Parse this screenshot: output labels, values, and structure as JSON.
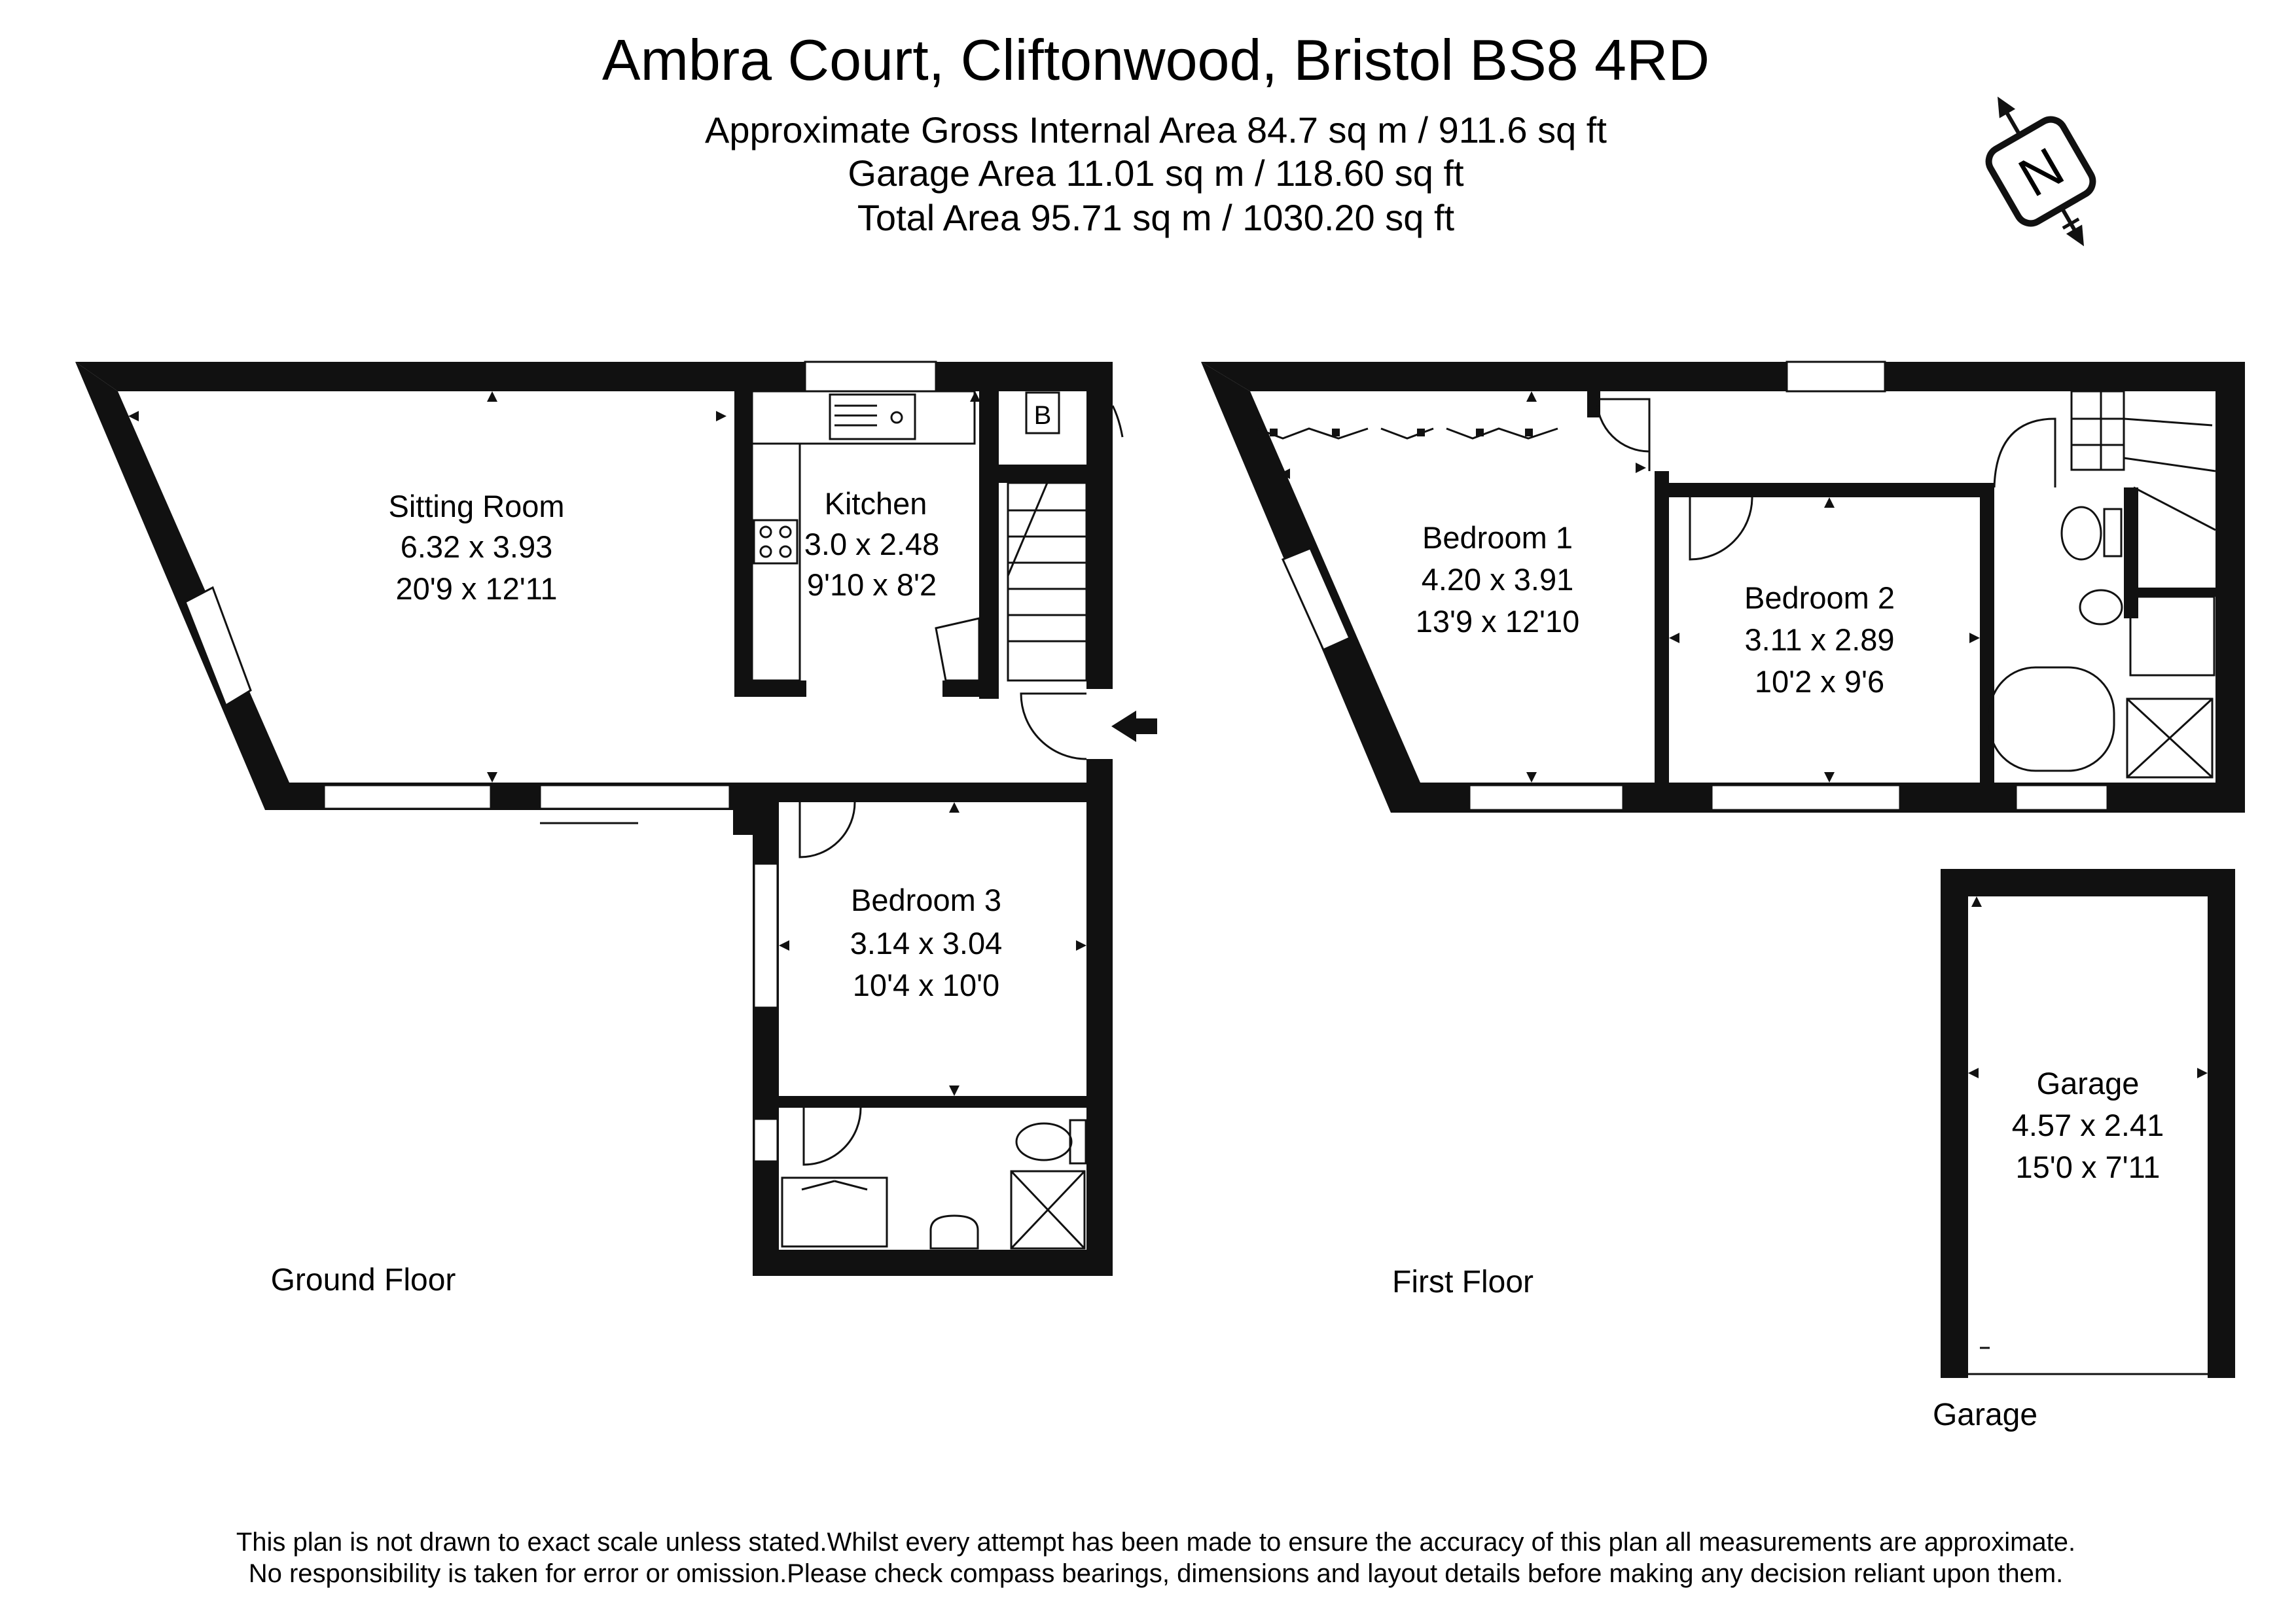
{
  "header": {
    "title": "Ambra Court, Cliftonwood, Bristol BS8 4RD",
    "areas": [
      "Approximate Gross Internal Area 84.7 sq m / 911.6 sq ft",
      "Garage Area 11.01 sq m / 118.60 sq ft",
      "Total Area 95.71 sq m / 1030.20 sq ft"
    ]
  },
  "compass": {
    "letter": "N"
  },
  "rooms": {
    "sitting": {
      "name": "Sitting Room",
      "metric": "6.32 x 3.93",
      "imperial": "20'9 x 12'11"
    },
    "kitchen": {
      "name": "Kitchen",
      "metric": "3.0 x 2.48",
      "imperial": "9'10 x 8'2"
    },
    "bedroom3": {
      "name": "Bedroom 3",
      "metric": "3.14 x 3.04",
      "imperial": "10'4 x 10'0"
    },
    "bedroom1": {
      "name": "Bedroom 1",
      "metric": "4.20 x 3.91",
      "imperial": "13'9 x 12'10"
    },
    "bedroom2": {
      "name": "Bedroom 2",
      "metric": "3.11 x 2.89",
      "imperial": "10'2 x 9'6"
    },
    "garage": {
      "name": "Garage",
      "metric": "4.57 x 2.41",
      "imperial": "15'0 x 7'11"
    }
  },
  "boiler_label": "B",
  "floors": {
    "ground": "Ground Floor",
    "first": "First Floor",
    "garage": "Garage"
  },
  "disclaimer": [
    "This plan is not drawn to exact scale unless stated.Whilst every attempt has been made to ensure the accuracy of this plan all measurements are approximate.",
    "No responsibility is taken for error or omission.Please check compass bearings, dimensions and layout details before making any decision reliant upon them."
  ]
}
